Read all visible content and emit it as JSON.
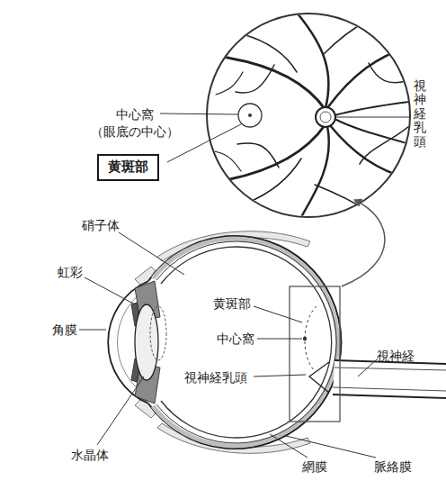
{
  "diagram": {
    "nodes": [
      {
        "text": [
          "黄斑部"
        ]
      }
    ],
    "labels": [
      "中心窩 （眼底の中心）",
      "視神経乳頭",
      "硝子体",
      "虹彩",
      "角膜",
      "水晶体",
      "黄斑部",
      "中心窩",
      "視神経乳頭",
      "視神経",
      "網膜",
      "脈絡膜"
    ]
  }
}
